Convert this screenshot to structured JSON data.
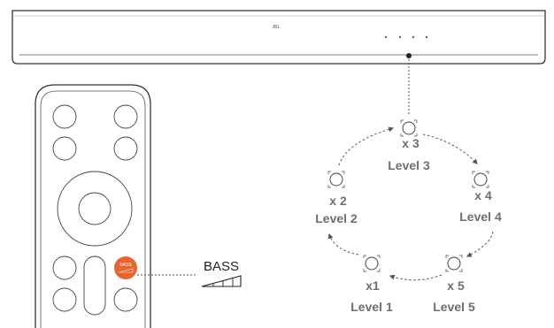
{
  "soundbar": {
    "brand": "JBL"
  },
  "remote": {
    "bass_button_text": "BASS",
    "accent_color": "#e8642c"
  },
  "callout": {
    "label": "BASS"
  },
  "levels": [
    {
      "multiplier": "x 3",
      "label": "Level 3"
    },
    {
      "multiplier": "x 4",
      "label": "Level 4"
    },
    {
      "multiplier": "x 5",
      "label": "Level 5"
    },
    {
      "multiplier": "x1",
      "label": "Level 1"
    },
    {
      "multiplier": "x 2",
      "label": "Level 2"
    }
  ],
  "icons": [
    "speaker-indicator-icon",
    "bass-ramp-icon",
    "dashed-arrow-icon"
  ]
}
